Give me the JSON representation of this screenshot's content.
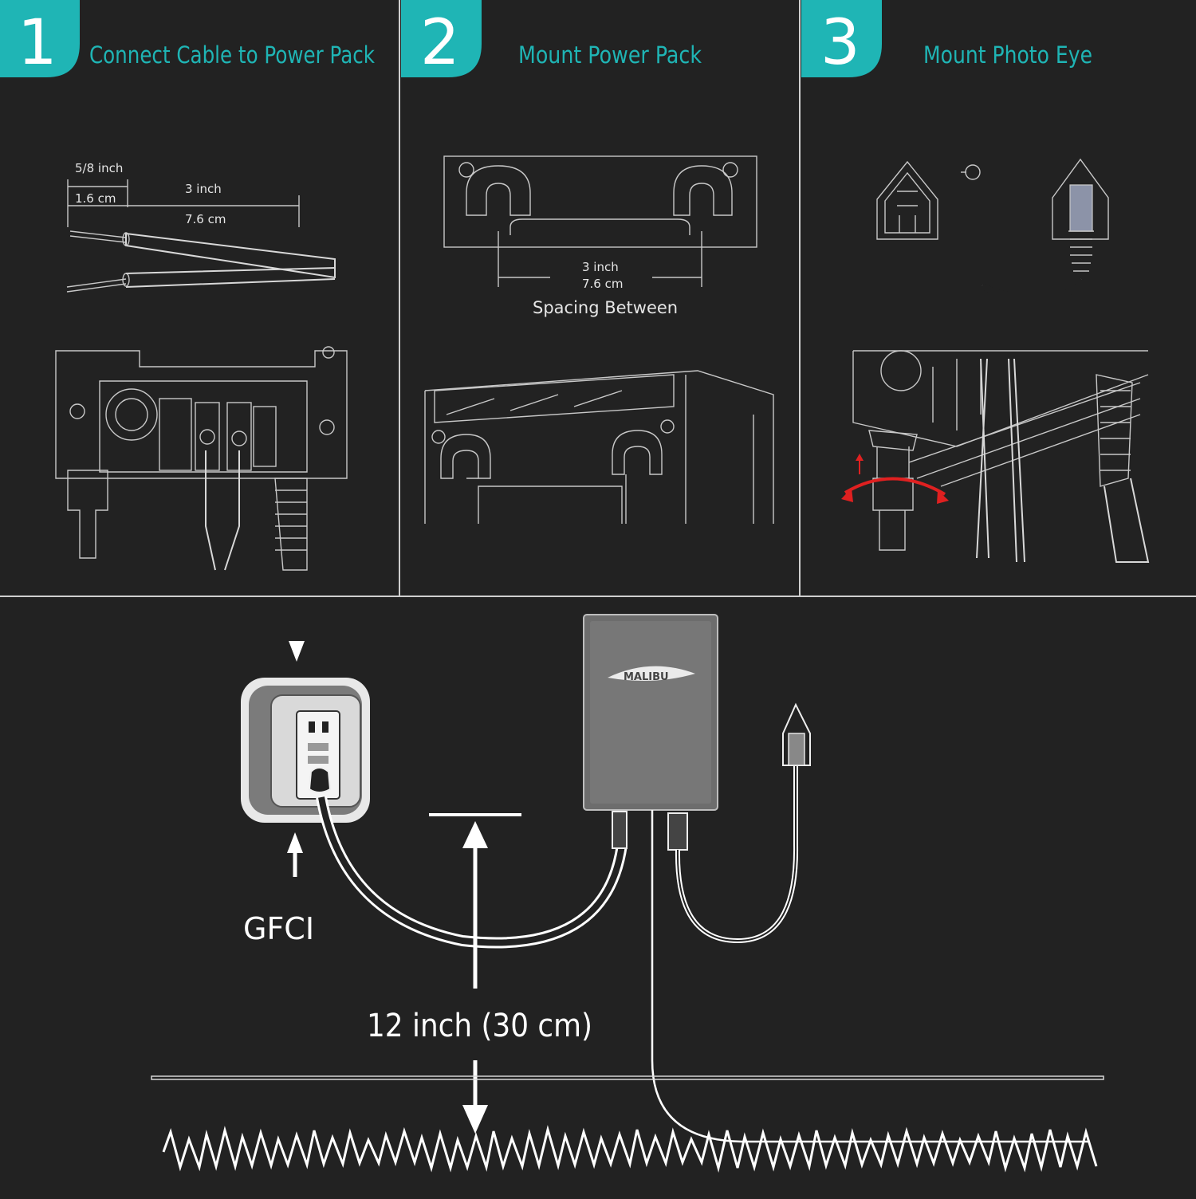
{
  "colors": {
    "accent": "#1fb5b5",
    "background": "#222222",
    "line": "#d8d8d8",
    "arrow_red": "#e02020"
  },
  "steps": [
    {
      "number": "1",
      "title": "Connect Cable to Power Pack"
    },
    {
      "number": "2",
      "title": "Mount Power Pack"
    },
    {
      "number": "3",
      "title": "Mount Photo Eye"
    }
  ],
  "step1": {
    "strip_inch": "5/8 inch",
    "strip_cm": "1.6 cm",
    "length_inch": "3 inch",
    "length_cm": "7.6 cm"
  },
  "step2": {
    "spacing_inch": "3 inch",
    "spacing_cm": "7.6 cm",
    "spacing_label": "Spacing Between"
  },
  "bottom": {
    "brand": "MALIBU",
    "gfci_label": "GFCI",
    "height_label": "12 inch (30 cm)"
  }
}
